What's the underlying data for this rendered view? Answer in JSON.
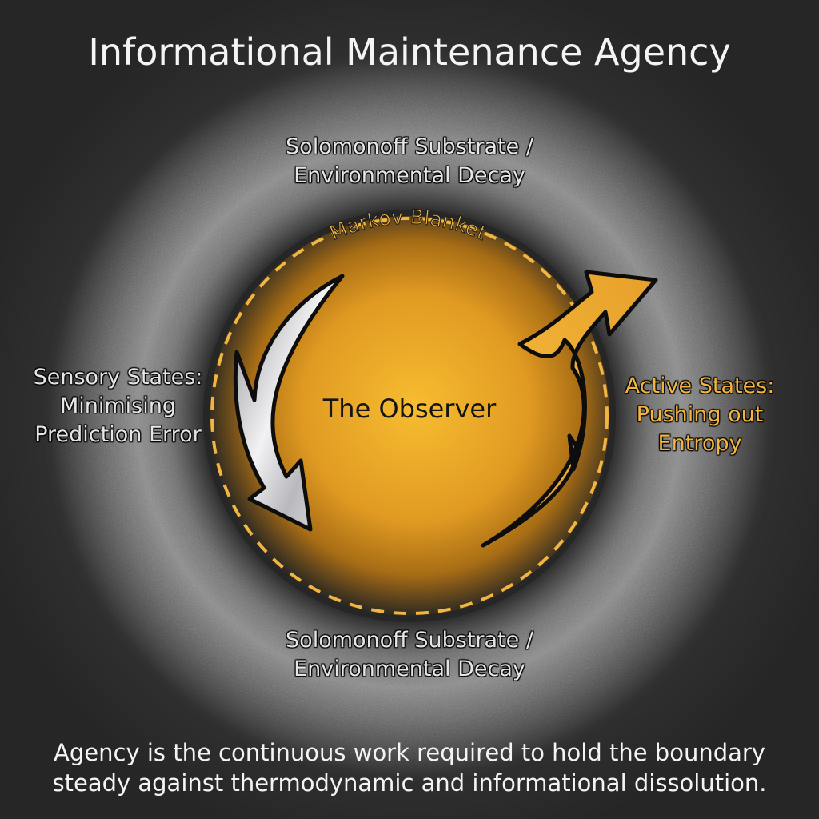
{
  "title": "Informational Maintenance Agency",
  "diagram": {
    "outer_top_label": [
      "Solomonoff Substrate /",
      "Environmental Decay"
    ],
    "outer_bottom_label": [
      "Solomonoff Substrate /",
      "Environmental Decay"
    ],
    "boundary_label": "Markov Blanket",
    "center_label": "The Observer",
    "left_label": [
      "Sensory States:",
      "Minimising",
      "Prediction Error"
    ],
    "right_label": [
      "Active States:",
      "Pushing out",
      "Entropy"
    ],
    "icons": {
      "left_arrow": "curved-down-arrow (silver)",
      "right_arrow": "curved-up-outward-arrow (gold)"
    },
    "colors": {
      "background": "#2a2a2a",
      "accent_gold": "#f2b540",
      "core_center": "#f5b82e",
      "core_edge": "#8a5a10",
      "silver": "#d6d6d8",
      "text_light": "#e6e6e6"
    }
  },
  "footer": [
    "Agency is the continuous work required to hold the boundary",
    "steady against thermodynamic and informational dissolution."
  ]
}
